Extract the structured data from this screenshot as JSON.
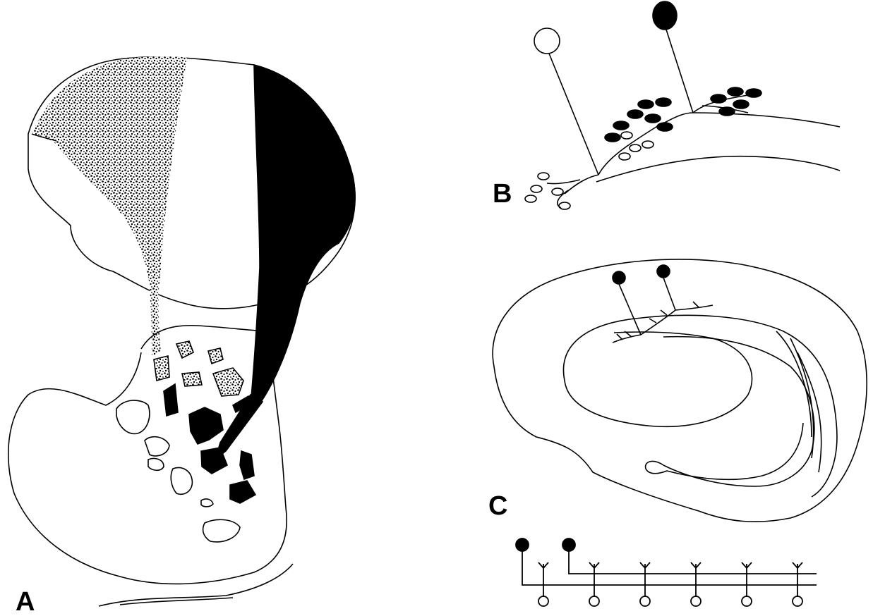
{
  "figure": {
    "panels": [
      {
        "label": "A"
      },
      {
        "label": "B"
      },
      {
        "label": "C"
      }
    ]
  },
  "colors": {
    "ink": "#000000",
    "paper": "#ffffff",
    "stipple": "#555555"
  }
}
